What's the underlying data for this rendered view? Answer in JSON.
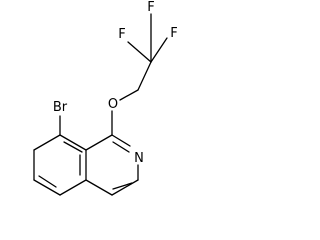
{
  "atom_labels": {
    "bromine": "Br",
    "oxygen": "O",
    "nitrogen": "N",
    "fluorine_top_left": "F",
    "fluorine_top_right": "F",
    "fluorine_right": "F"
  },
  "colors": {
    "bond": "#000000",
    "label": "#000000",
    "background": "#ffffff"
  }
}
